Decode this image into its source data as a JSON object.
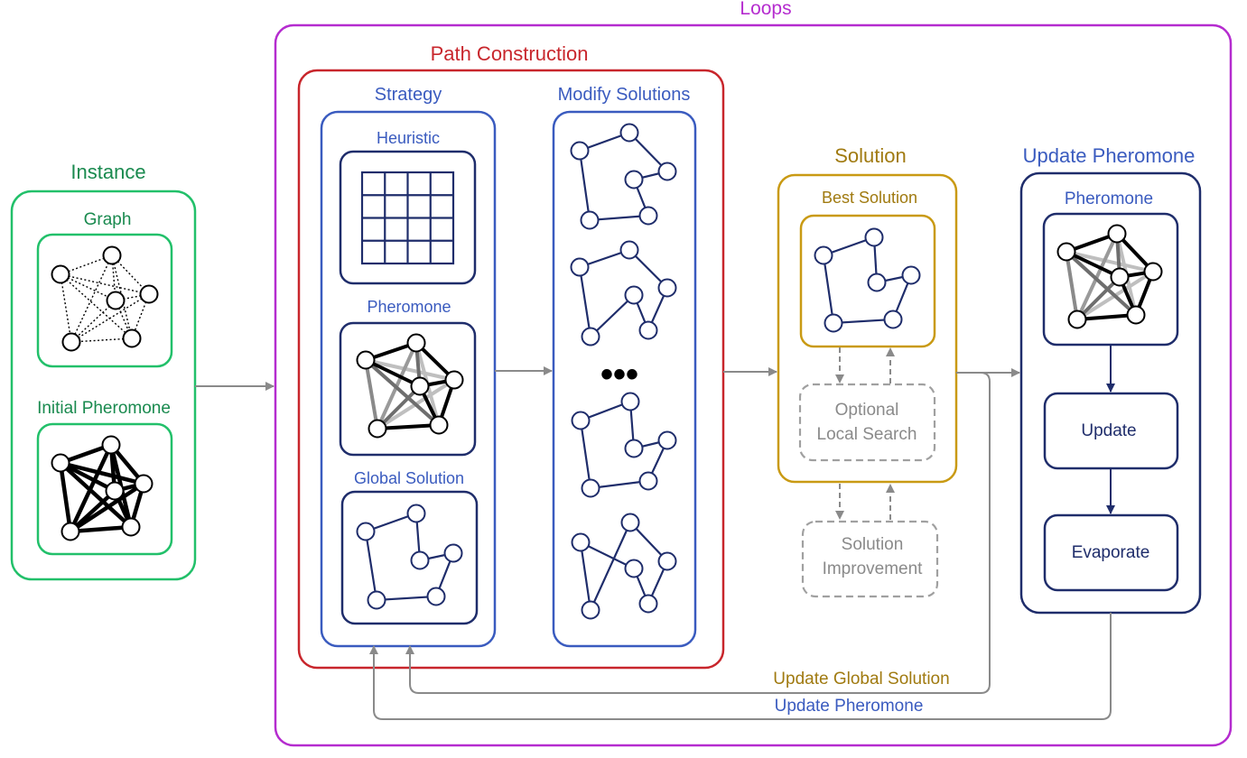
{
  "colors": {
    "green": "#22c06a",
    "green_text": "#1a8a4f",
    "purple": "#b52ccf",
    "red": "#c8262c",
    "blue": "#3a5bbf",
    "navy": "#1f2d6b",
    "gold": "#c99a13",
    "gold_text": "#a07a10",
    "gray": "#8a8a8a"
  },
  "labels": {
    "loops": "Loops",
    "instance": "Instance",
    "graph": "Graph",
    "initial_pheromone": "Initial Pheromone",
    "path_construction": "Path Construction",
    "strategy": "Strategy",
    "heuristic": "Heuristic",
    "strategy_pheromone": "Pheromone",
    "global_solution": "Global Solution",
    "modify_solutions": "Modify Solutions",
    "ellipsis": "•••",
    "solution": "Solution",
    "best_solution": "Best Solution",
    "optional_local_search_1": "Optional",
    "optional_local_search_2": "Local Search",
    "solution_improvement_1": "Solution",
    "solution_improvement_2": "Improvement",
    "update_pheromone_title": "Update Pheromone",
    "up_pheromone": "Pheromone",
    "update": "Update",
    "evaporate": "Evaporate",
    "update_global_solution": "Update Global Solution",
    "update_pheromone_loop": "Update Pheromone"
  }
}
